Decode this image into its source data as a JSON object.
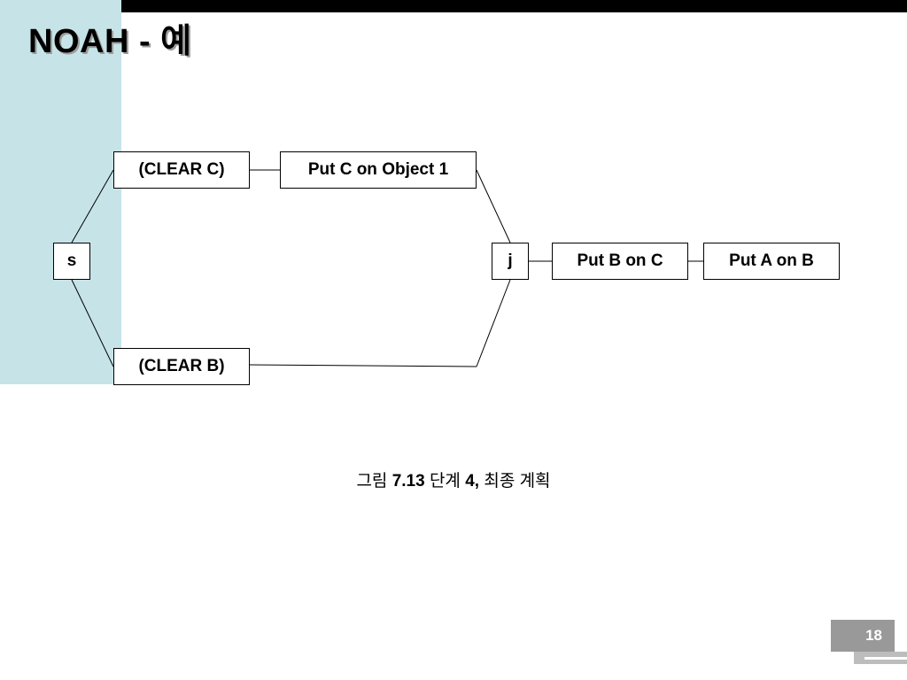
{
  "slide": {
    "title": "NOAH - 예",
    "page_number": "18"
  },
  "diagram": {
    "nodes": {
      "s": "s",
      "j": "j",
      "clear_c": "(CLEAR C)",
      "put_c_on_object1": "Put C on Object 1",
      "put_b_on_c": "Put B on C",
      "put_a_on_b": "Put A on B",
      "clear_b": "(CLEAR B)"
    },
    "edges": [
      [
        "s",
        "clear_c"
      ],
      [
        "s",
        "clear_b"
      ],
      [
        "clear_c",
        "put_c_on_object1"
      ],
      [
        "put_c_on_object1",
        "j"
      ],
      [
        "clear_b",
        "j"
      ],
      [
        "j",
        "put_b_on_c"
      ],
      [
        "put_b_on_c",
        "put_a_on_b"
      ]
    ]
  },
  "caption": {
    "prefix": "그림 ",
    "figure_number": "7.13",
    "middle": " 단계 ",
    "step_number": "4,",
    "suffix": " 최종 계획"
  },
  "colors": {
    "side_panel": "#c6e4e8",
    "top_bar": "#000000",
    "page_badge": "#999999"
  }
}
